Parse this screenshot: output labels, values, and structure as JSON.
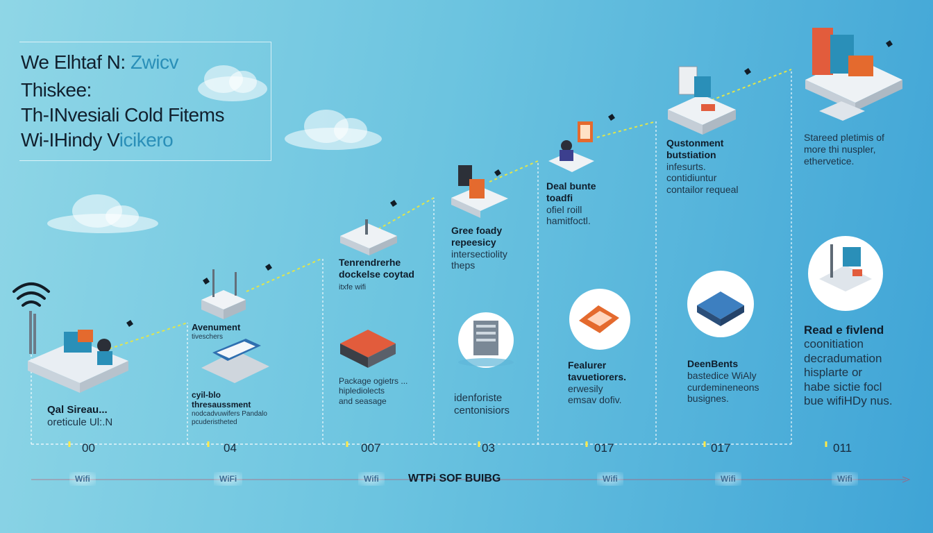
{
  "title": {
    "line1_a": "We Elhtaf N:",
    "line1_b": "Zwicv",
    "line2": "Thiskee:",
    "line3": "Th-INvesiali Cold Fitems",
    "line4_a": "Wi-IHindy V",
    "line4_b": "icikero"
  },
  "steps": [
    {
      "heading": "Qal Sireau...",
      "body": [
        "oreticule Ul:.N"
      ],
      "year": "00",
      "badge": "Wifi"
    },
    {
      "heading": "Avenument",
      "body": [
        "tiveschers"
      ],
      "year": "04",
      "badge": "WiFi"
    },
    {
      "heading": "cyil-blo thresaussment",
      "body": [
        "nodcadvuwifers Pandalo",
        "pcuderistheted"
      ],
      "year": "",
      "badge": ""
    },
    {
      "heading": "Tenrendrerhe dockelse coytad",
      "body": [
        "itxfe wifi"
      ],
      "year": "007",
      "badge": "Wifi"
    },
    {
      "heading": "",
      "body": [
        "Package ogietrs ...",
        "hiplediolects",
        "and seasage"
      ],
      "year": "",
      "badge": ""
    },
    {
      "heading": "Gree foady repeesicy",
      "body": [
        "intersectiolity",
        "theps"
      ],
      "year": "03",
      "badge": ""
    },
    {
      "heading": "",
      "body": [
        "idenforiste",
        "centonisiors"
      ],
      "year": "",
      "badge": ""
    },
    {
      "heading": "Deal bunte toadfi",
      "body": [
        "ofiel roill",
        "hamitfoctl."
      ],
      "year": "017",
      "badge": "Wifi"
    },
    {
      "heading": "Fealurer tavuetiorers.",
      "body": [
        "erwesily",
        "emsav dofiv."
      ],
      "year": "",
      "badge": ""
    },
    {
      "heading": "Qustonment butstiation",
      "body": [
        "infesurts.",
        "contidiuntur",
        "contailor requeal"
      ],
      "year": "017",
      "badge": "Wifi"
    },
    {
      "heading": "DeenBents",
      "body": [
        "bastedice WiAly",
        "curdemineneons",
        "busignes."
      ],
      "year": "",
      "badge": ""
    },
    {
      "heading": "",
      "body": [
        "Stareed pletimis of",
        "more thi nuspler,",
        "ethervetice."
      ],
      "year": "011",
      "badge": "Wifi"
    },
    {
      "heading": "Read e fivlend",
      "body": [
        "coonitiation",
        "decradumation",
        "hisplarte or",
        "habe sictie focl",
        "bue wifiHDy nus."
      ],
      "year": "",
      "badge": ""
    }
  ],
  "legend": {
    "label": "WTPi SOF BUIBG",
    "left_badge": "Wifi",
    "mid_badge": "WiFi"
  },
  "colors": {
    "accent": "#2a8fb8",
    "dash": "#e3e54a",
    "tick": "#ffe94a"
  }
}
